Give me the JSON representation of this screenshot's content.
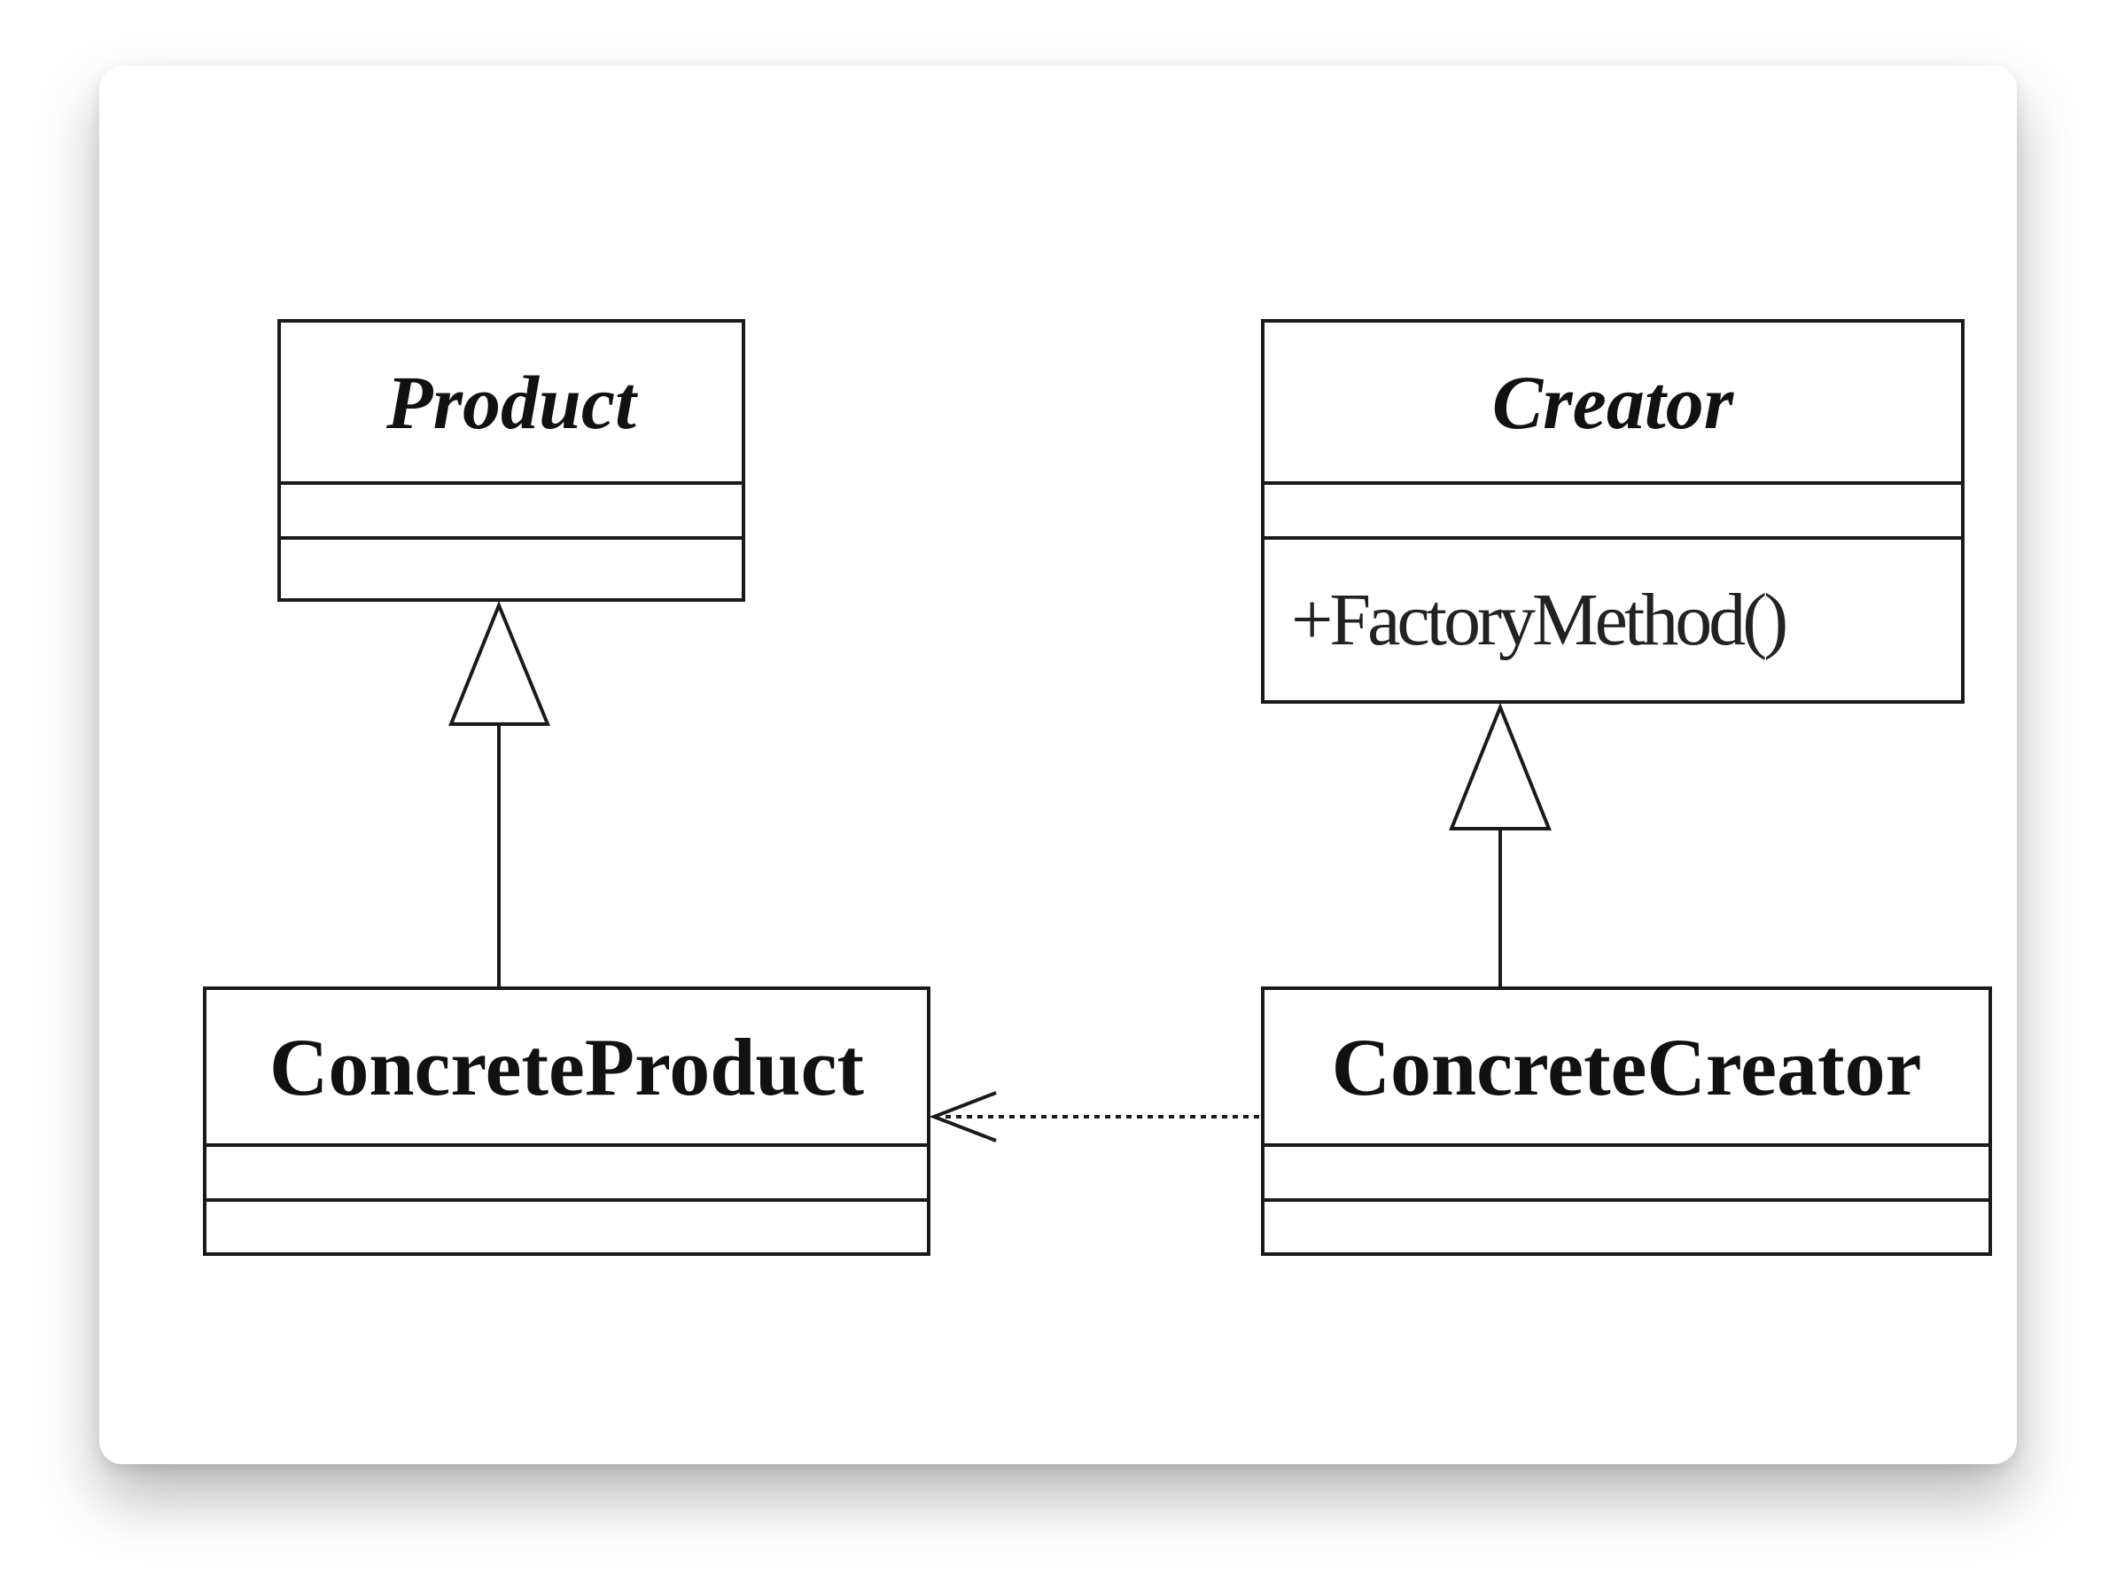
{
  "diagram": {
    "classes": [
      {
        "id": "product",
        "name": "Product",
        "abstract": true,
        "operations": []
      },
      {
        "id": "creator",
        "name": "Creator",
        "abstract": true,
        "operations": [
          "+FactoryMethod()"
        ]
      },
      {
        "id": "concrete_product",
        "name": "ConcreteProduct",
        "abstract": false,
        "operations": []
      },
      {
        "id": "concrete_creator",
        "name": "ConcreteCreator",
        "abstract": false,
        "operations": []
      }
    ],
    "relations": [
      {
        "type": "generalization",
        "from": "concrete_product",
        "to": "product"
      },
      {
        "type": "generalization",
        "from": "concrete_creator",
        "to": "creator"
      },
      {
        "type": "dependency",
        "from": "concrete_creator",
        "to": "concrete_product"
      }
    ],
    "colors": {
      "line": "#1a1a1a",
      "fill": "#ffffff"
    }
  }
}
